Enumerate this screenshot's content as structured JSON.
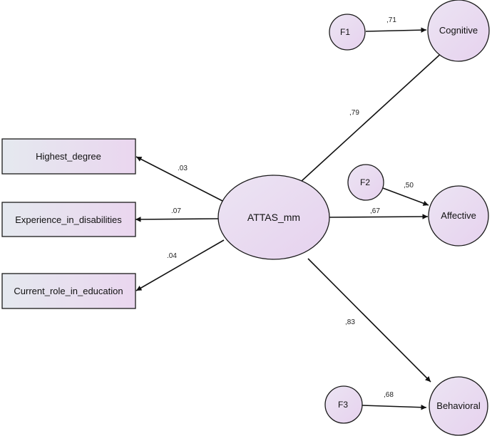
{
  "diagram": {
    "nodes": {
      "attas": {
        "label": "ATTAS_mm"
      },
      "cognitive": {
        "label": "Cognitive"
      },
      "affective": {
        "label": "Affective"
      },
      "behavioral": {
        "label": "Behavioral"
      },
      "f1": {
        "label": "F1"
      },
      "f2": {
        "label": "F2"
      },
      "f3": {
        "label": "F3"
      },
      "highest_degree": {
        "label": "Highest_degree"
      },
      "experience": {
        "label": "Experience_in_disabilities"
      },
      "current_role": {
        "label": "Current_role_in_education"
      }
    },
    "edges": {
      "attas_cognitive": {
        "label": ",79"
      },
      "attas_affective": {
        "label": ",67"
      },
      "attas_behavioral": {
        "label": ",83"
      },
      "f1_cognitive": {
        "label": ",71"
      },
      "f2_affective": {
        "label": ",50"
      },
      "f3_behavioral": {
        "label": ",68"
      },
      "attas_highest_degree": {
        "label": ".03"
      },
      "attas_experience": {
        "label": ".07"
      },
      "attas_current_role": {
        "label": ".04"
      }
    }
  }
}
